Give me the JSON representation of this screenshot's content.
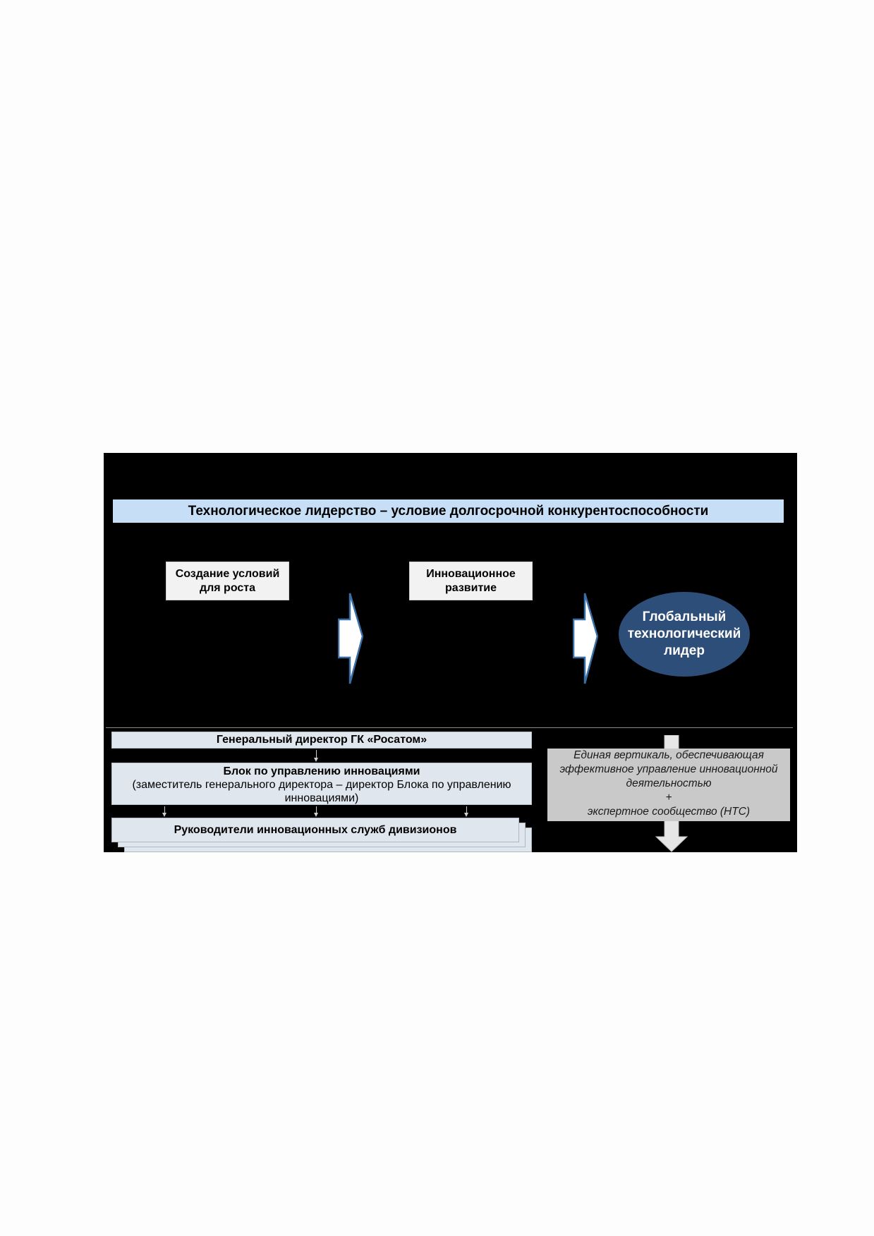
{
  "title": "Технологическое лидерство – условие долгосрочной конкурентоспособности",
  "stages": [
    {
      "label": "Создание условий\nдля роста"
    },
    {
      "label": "Инновационное\nразвитие"
    }
  ],
  "goal": {
    "label": "Глобальный\nтехнологический\nлидер"
  },
  "org": {
    "ceo": "Генеральный директор ГК «Росатом»",
    "block_title": "Блок по управлению инновациями",
    "block_note": "(заместитель генерального директора – директор Блока по управлению инновациями)",
    "divisions": "Руководители инновационных служб дивизионов"
  },
  "vertical_note": {
    "line1": "Единая вертикаль, обеспечивающая эффективное управление инновационной деятельностью",
    "plus": "+",
    "line2": "экспертное сообщество (НТС)"
  },
  "colors": {
    "background": "#000000",
    "title_bar": "#c6dff6",
    "goal": "#2e4e7a",
    "org_box": "#dfe6ee",
    "note_box": "#c9c9c9",
    "arrow_outline": "#3a6ea5"
  }
}
